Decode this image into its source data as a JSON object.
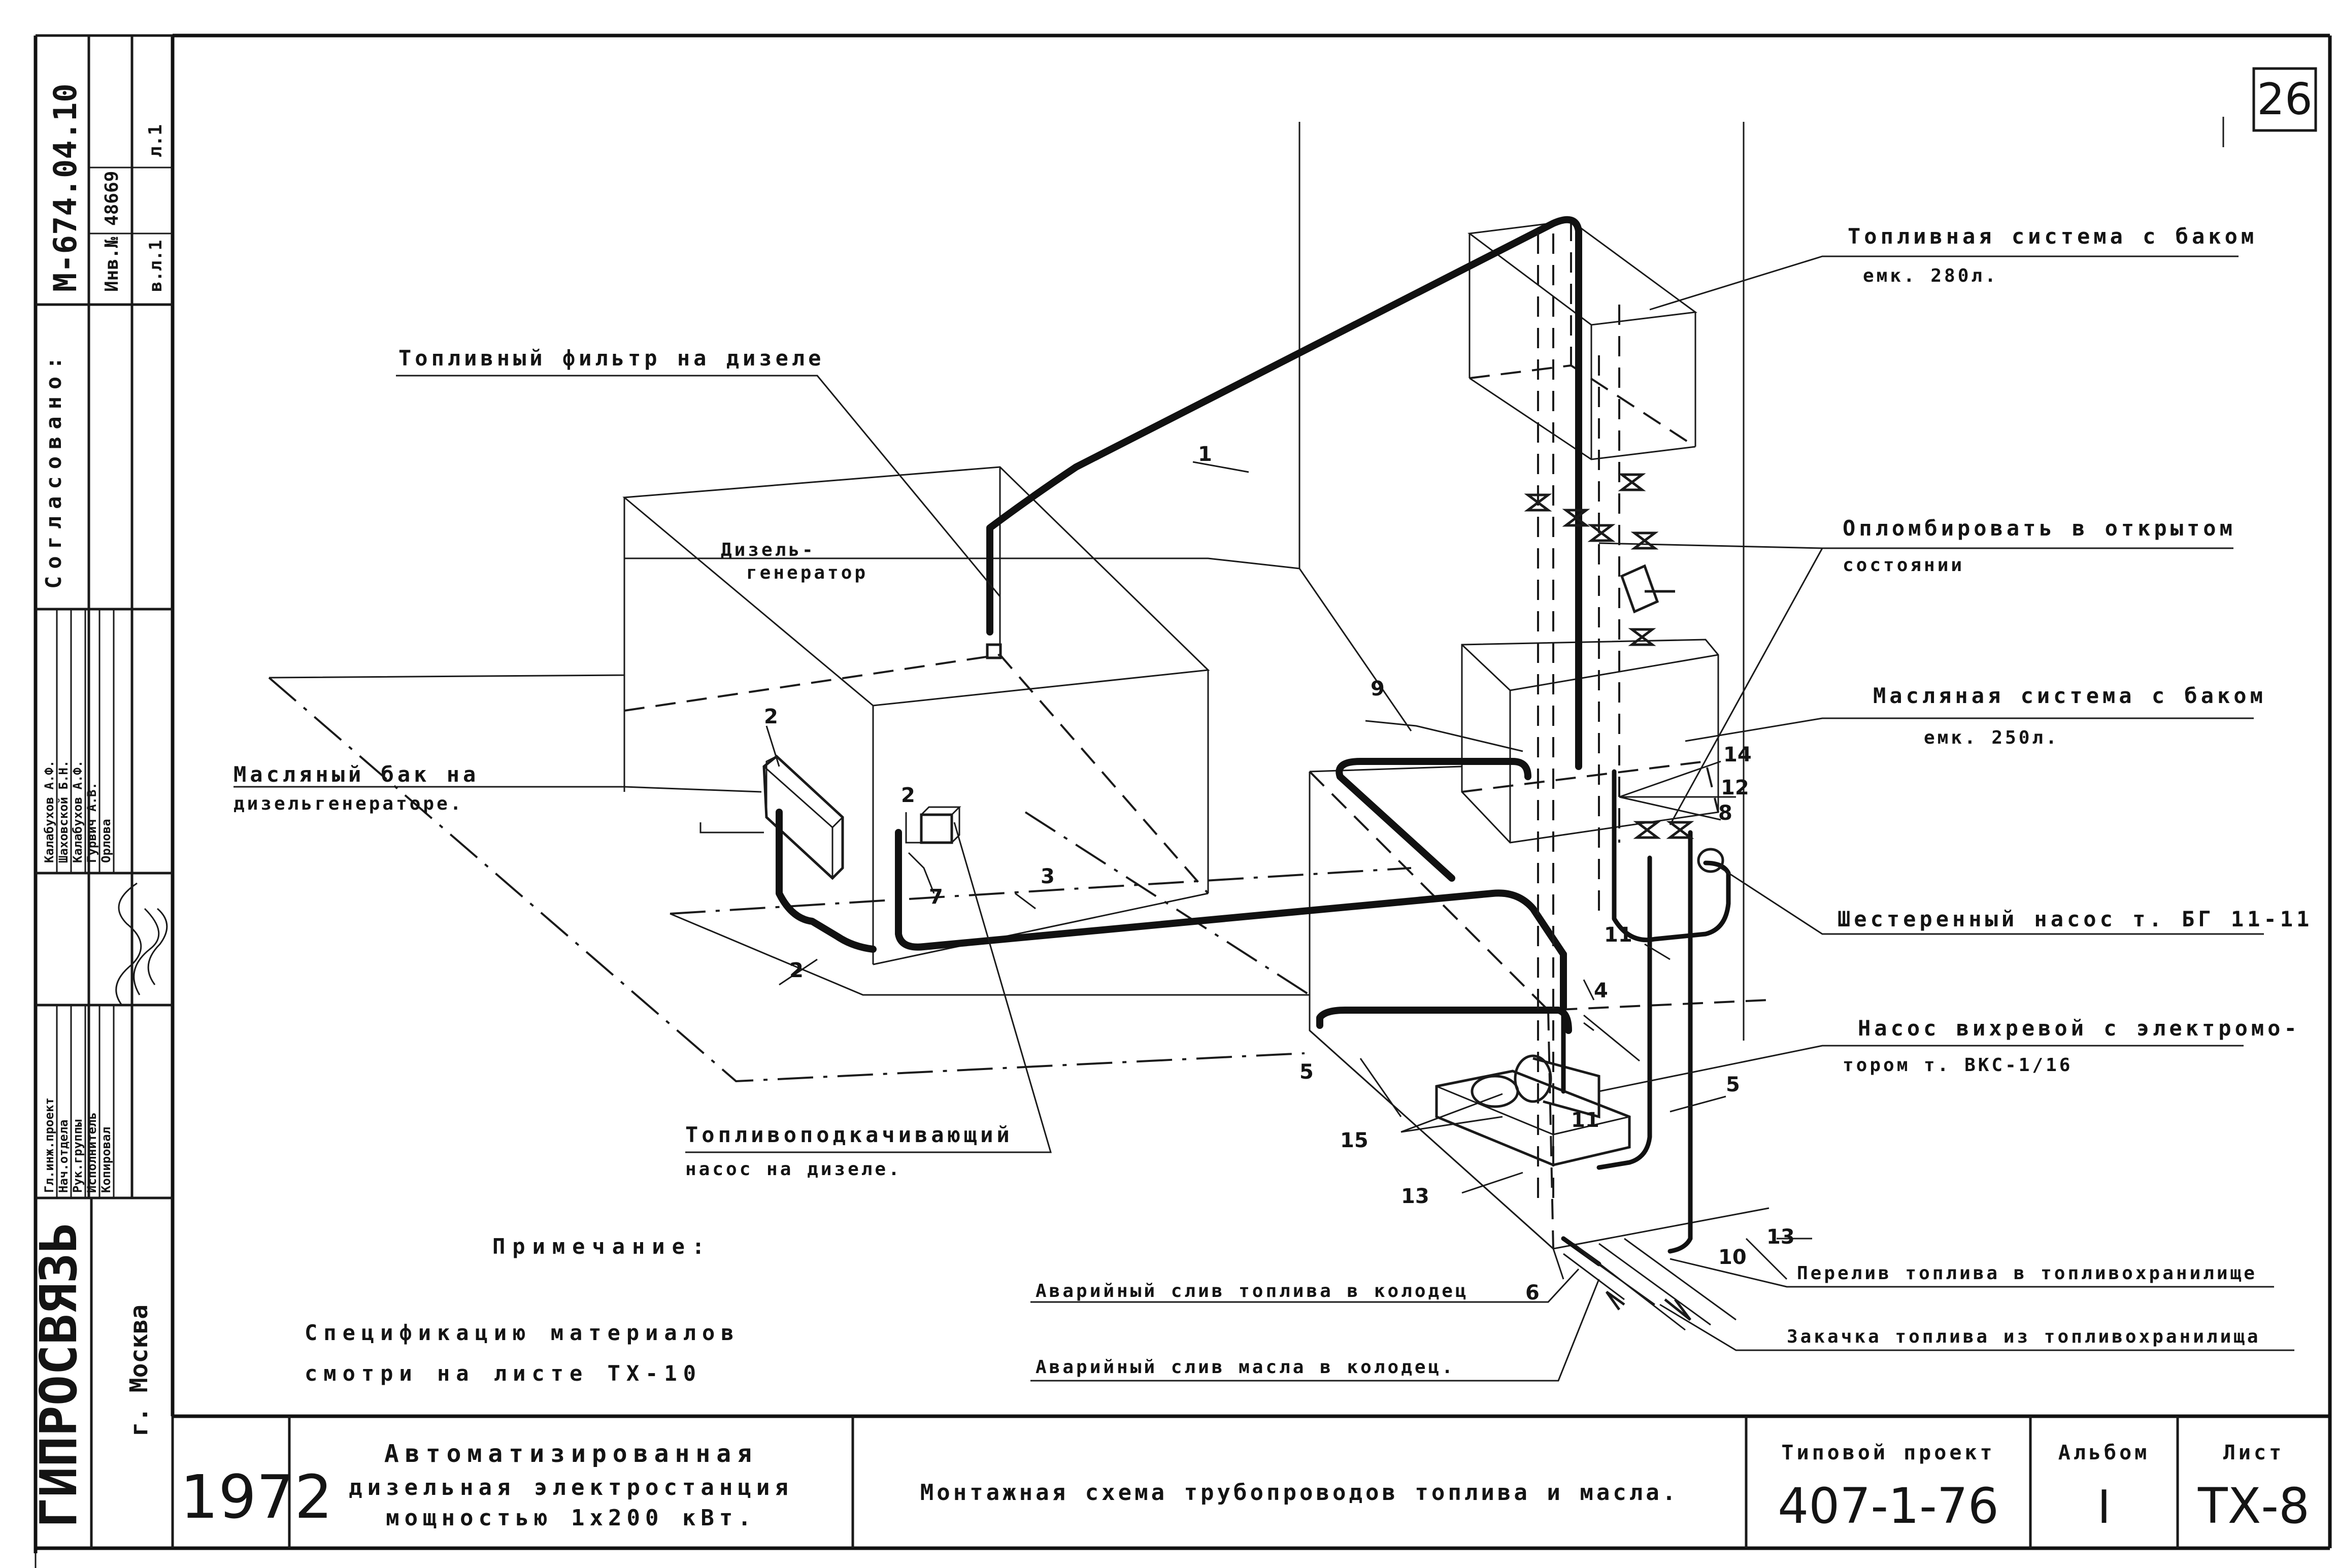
{
  "sheet": {
    "corner_number": "26",
    "labels": {
      "tank_fuel_system_1": "Топливная система с баком",
      "tank_fuel_system_2": "емк. 280л.",
      "fuel_filter": "Топливный фильтр на дизеле",
      "diesel_gen_1": "Дизель-",
      "diesel_gen_2": "генератор",
      "seal_open_1": "Опломбировать в открытом",
      "seal_open_2": "состоянии",
      "oil_system_1": "Масляная система с баком",
      "oil_system_2": "емк. 250л.",
      "oil_tank_1": "Масляный бак на",
      "oil_tank_2": "дизельгенераторе.",
      "gear_pump": "Шестеренный насос т. БГ 11-11",
      "vortex_pump_1": "Насос вихревой с электромо-",
      "vortex_pump_2": "тором    т. ВКС-1/16",
      "booster_pump_1": "Топливоподкачивающий",
      "booster_pump_2": "насос на дизеле.",
      "overflow": "Перелив топлива в топливохранилище",
      "pumping": "Закачка топлива из топливохранилища",
      "emergency_fuel": "Аварийный слив топлива в колодец",
      "emergency_oil": "Аварийный слив масла в колодец.",
      "note_title": "Примечание:",
      "note_line1": "Спецификацию материалов",
      "note_line2": "смотри на листе ТХ-10"
    },
    "numbers": [
      "1",
      "2",
      "2",
      "2",
      "3",
      "4",
      "5",
      "5",
      "6",
      "7",
      "8",
      "9",
      "10",
      "11",
      "11",
      "12",
      "13",
      "13",
      "14",
      "15"
    ]
  },
  "side_stamp": {
    "doc_code": "М-674.04.10",
    "inv_number": "Инв.№ 48669",
    "sheet_ref": "л.1",
    "album_ref": "в.л.1",
    "approved": "Согласовано:",
    "roles": [
      "Гл.инж.проект",
      "Нач.отдела",
      "Рук.группы",
      "Исполнитель",
      "Копировал"
    ],
    "names": [
      "Калабухов А.Ф.",
      "Шаховской Б.Н.",
      "Калабухов А.Ф.",
      "Гурвич А.В.",
      "Орлова"
    ],
    "org": "ГИПРОСВЯЗЬ",
    "city": "г. Москва"
  },
  "title_block": {
    "year": "1972",
    "object_line1": "Автоматизированная",
    "object_line2": "дизельная электростанция",
    "object_line3": "мощностью 1х200 кВт.",
    "drawing_title": "Монтажная схема трубопроводов топлива и масла.",
    "project_label": "Типовой проект",
    "project_number": "407-1-76",
    "album_label": "Альбом",
    "album_value": "I",
    "sheet_label": "Лист",
    "sheet_value": "ТХ-8"
  }
}
